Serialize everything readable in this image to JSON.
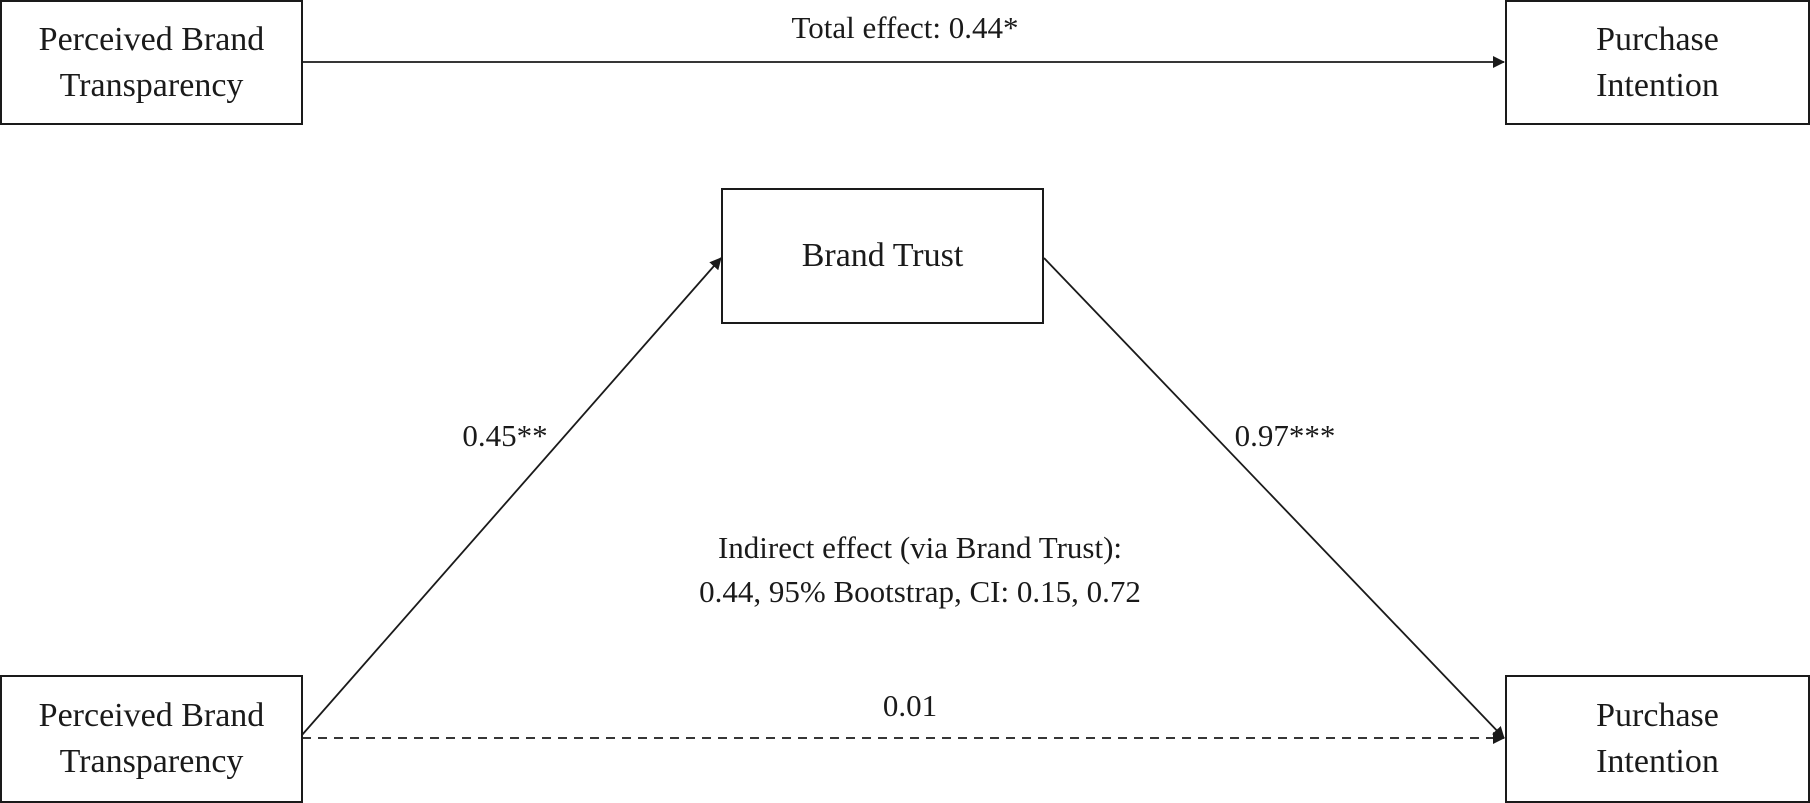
{
  "total_model": {
    "predictor_lines": [
      "Perceived Brand",
      "Transparency"
    ],
    "outcome_lines": [
      "Purchase",
      "Intention"
    ],
    "total_effect_label": "Total effect: 0.44*"
  },
  "mediation_model": {
    "mediator": "Brand Trust",
    "predictor_lines": [
      "Perceived Brand",
      "Transparency"
    ],
    "outcome_lines": [
      "Purchase",
      "Intention"
    ],
    "path_a_label": "0.45**",
    "path_b_label": "0.97***",
    "direct_effect_label": "0.01",
    "indirect_effect_lines": [
      "Indirect effect (via Brand Trust):",
      "0.44, 95% Bootstrap, CI: 0.15, 0.72"
    ]
  },
  "colors": {
    "stroke": "#1a1a1a",
    "background": "#ffffff"
  }
}
